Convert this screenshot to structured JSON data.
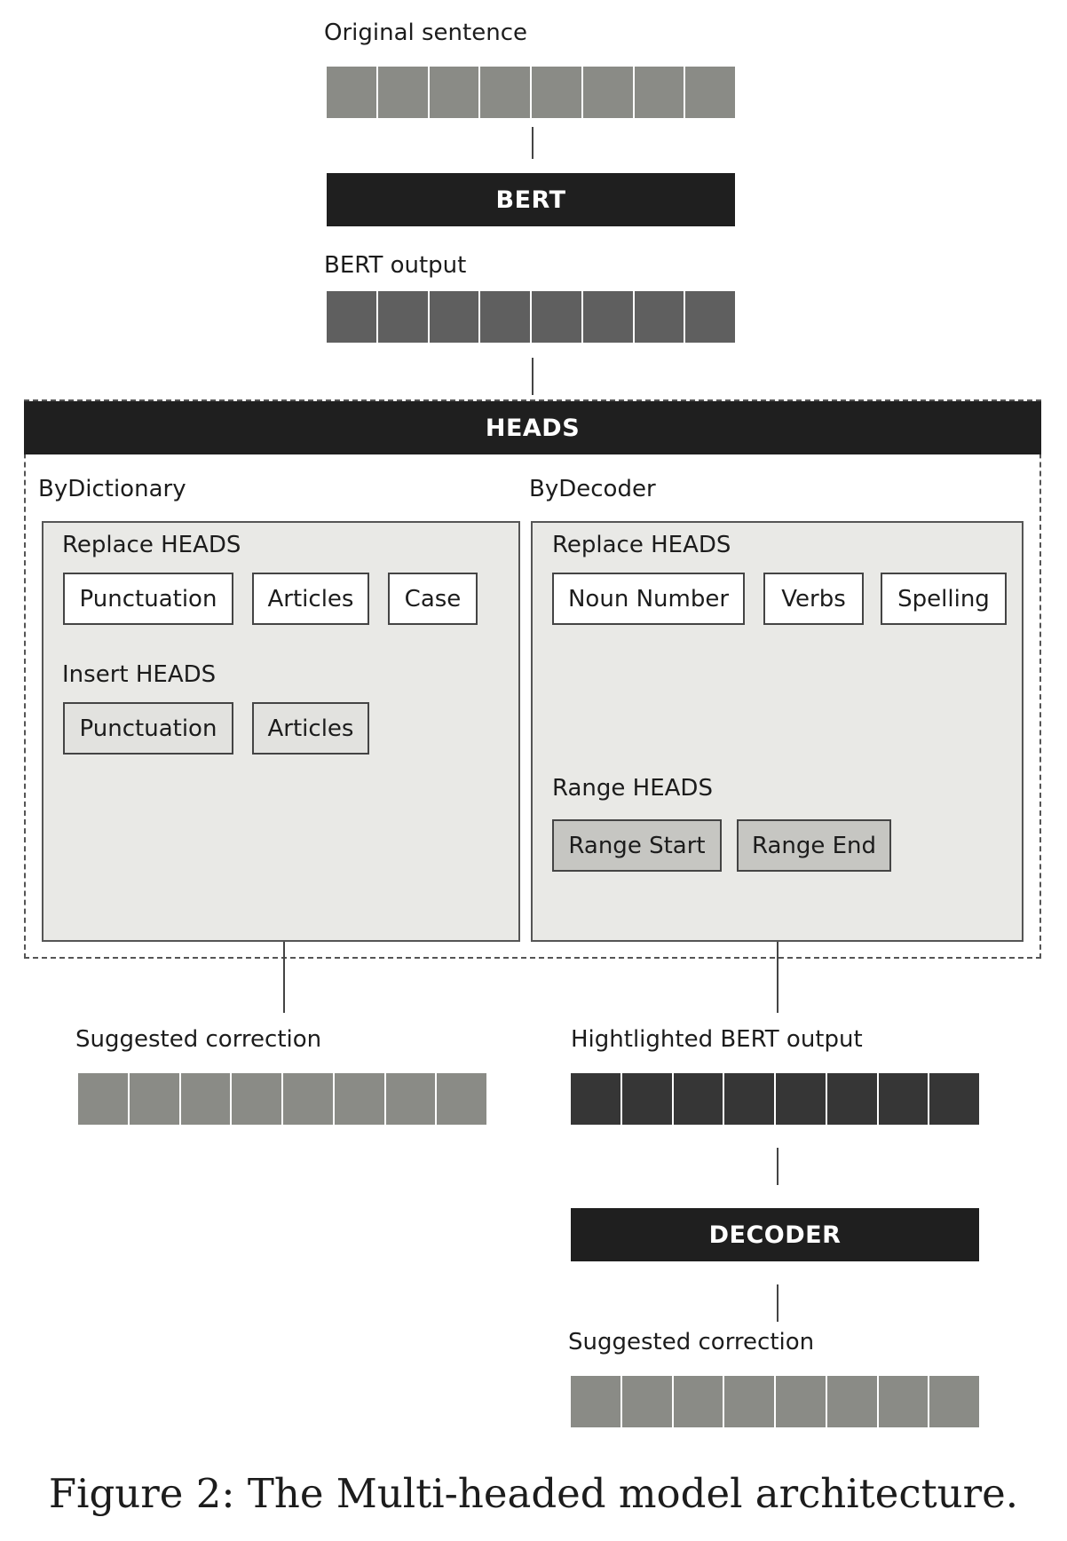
{
  "original_sentence_label": "Original sentence",
  "bert_label": "BERT",
  "bert_output_label": "BERT output",
  "heads_label": "HEADS",
  "by_dictionary": {
    "title": "ByDictionary",
    "replace_title": "Replace HEADS",
    "replace_items": [
      "Punctuation",
      "Articles",
      "Case"
    ],
    "insert_title": "Insert HEADS",
    "insert_items": [
      "Punctuation",
      "Articles"
    ]
  },
  "by_decoder": {
    "title": "ByDecoder",
    "replace_title": "Replace HEADS",
    "replace_items": [
      "Noun Number",
      "Verbs",
      "Spelling"
    ],
    "range_title": "Range HEADS",
    "range_items": [
      "Range Start",
      "Range End"
    ]
  },
  "suggested_correction_left_label": "Suggested correction",
  "highlighted_output_label": "Hightlighted BERT output",
  "decoder_label": "DECODER",
  "suggested_correction_right_label": "Suggested correction",
  "caption": "Figure 2: The Multi-headed model architecture."
}
